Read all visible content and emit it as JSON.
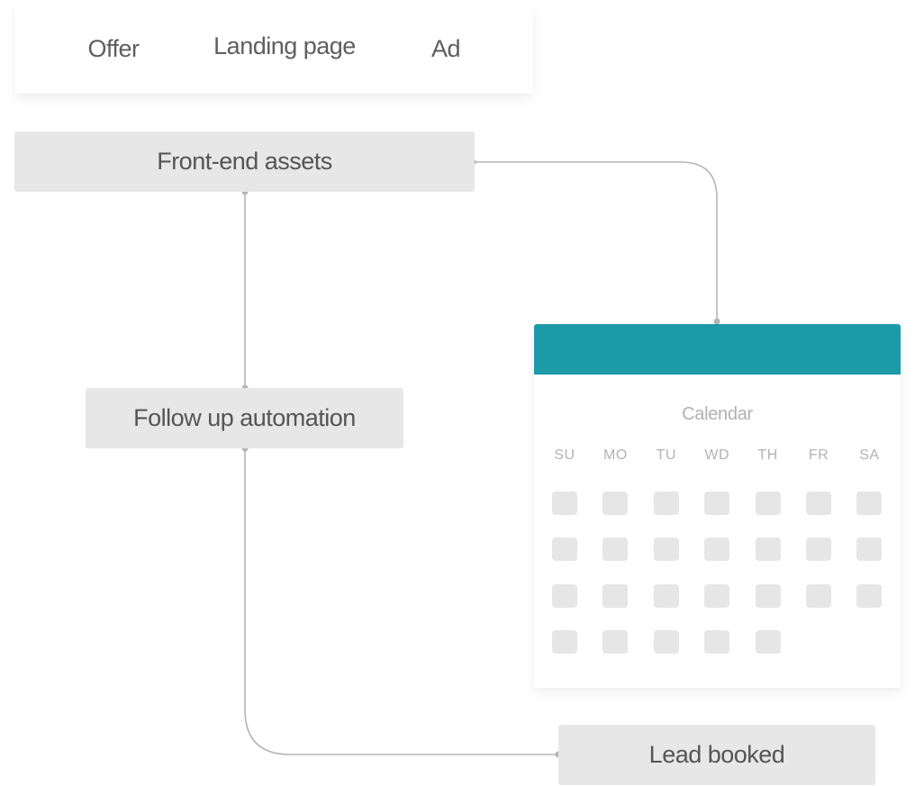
{
  "asset_tabs": {
    "offer": "Offer",
    "landing_page": "Landing page",
    "ad": "Ad"
  },
  "nodes": {
    "front_end_assets": "Front-end assets",
    "follow_up_automation": "Follow up automation",
    "lead_booked": "Lead booked"
  },
  "calendar": {
    "title": "Calendar",
    "weekdays": [
      "SU",
      "MO",
      "TU",
      "WD",
      "TH",
      "FR",
      "SA"
    ],
    "rows": [
      7,
      7,
      7,
      5
    ]
  },
  "colors": {
    "calendar_header": "#1c9aa8",
    "connector": "#b5b5b5"
  }
}
